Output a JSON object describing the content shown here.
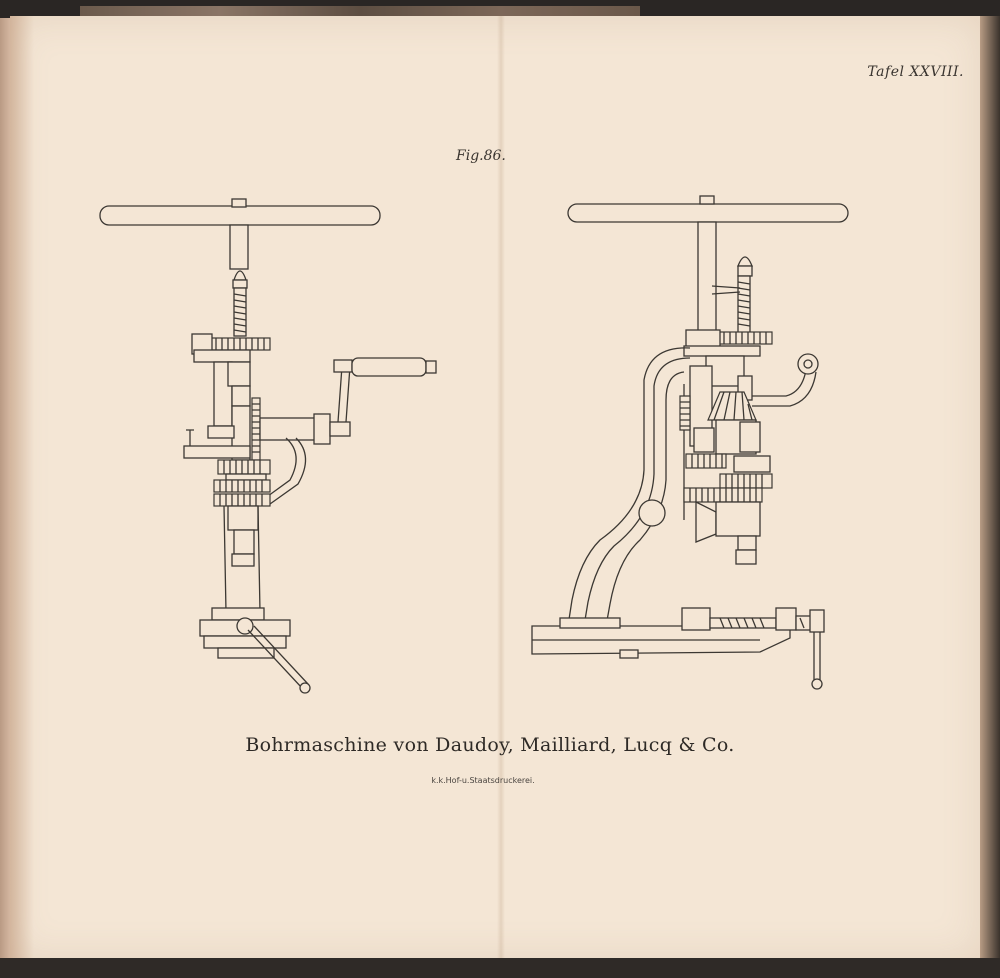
{
  "plate": {
    "label": "Tafel XXVIII.",
    "figure": "Fig.86.",
    "caption": "Bohrmaschine von Daudoy, Mailliard, Lucq & Co.",
    "imprint": "k.k.Hof-u.Staatsdruckerei."
  }
}
